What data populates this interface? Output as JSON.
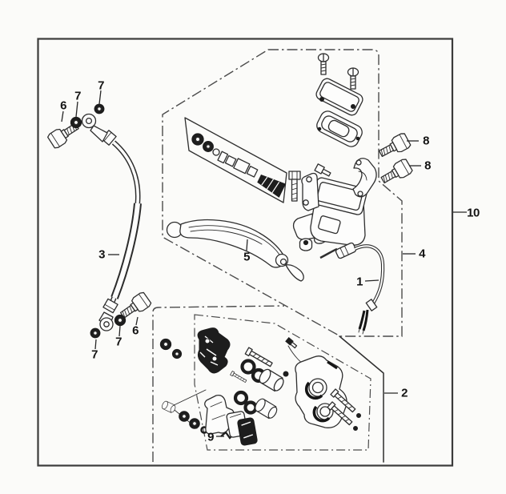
{
  "diagram": {
    "kind": "exploded-parts-diagram",
    "colors": {
      "background": "#fbfbf9",
      "line": "#2e2e2e",
      "boundary": "#4b4b4b",
      "label": "#141414",
      "dark_fill": "#1d1d1d"
    }
  },
  "callouts": [
    {
      "id": "part-1",
      "label": "1"
    },
    {
      "id": "part-2",
      "label": "2"
    },
    {
      "id": "part-3",
      "label": "3"
    },
    {
      "id": "part-4",
      "label": "4"
    },
    {
      "id": "part-5",
      "label": "5"
    },
    {
      "id": "part-6-upper",
      "label": "6"
    },
    {
      "id": "part-7-upper-inner",
      "label": "7"
    },
    {
      "id": "part-7-upper-outer",
      "label": "7"
    },
    {
      "id": "part-6-lower",
      "label": "6"
    },
    {
      "id": "part-7-lower-inner",
      "label": "7"
    },
    {
      "id": "part-7-lower-outer",
      "label": "7"
    },
    {
      "id": "part-8-upper",
      "label": "8"
    },
    {
      "id": "part-8-lower",
      "label": "8"
    },
    {
      "id": "part-9",
      "label": "9"
    },
    {
      "id": "part-10",
      "label": "10"
    }
  ]
}
